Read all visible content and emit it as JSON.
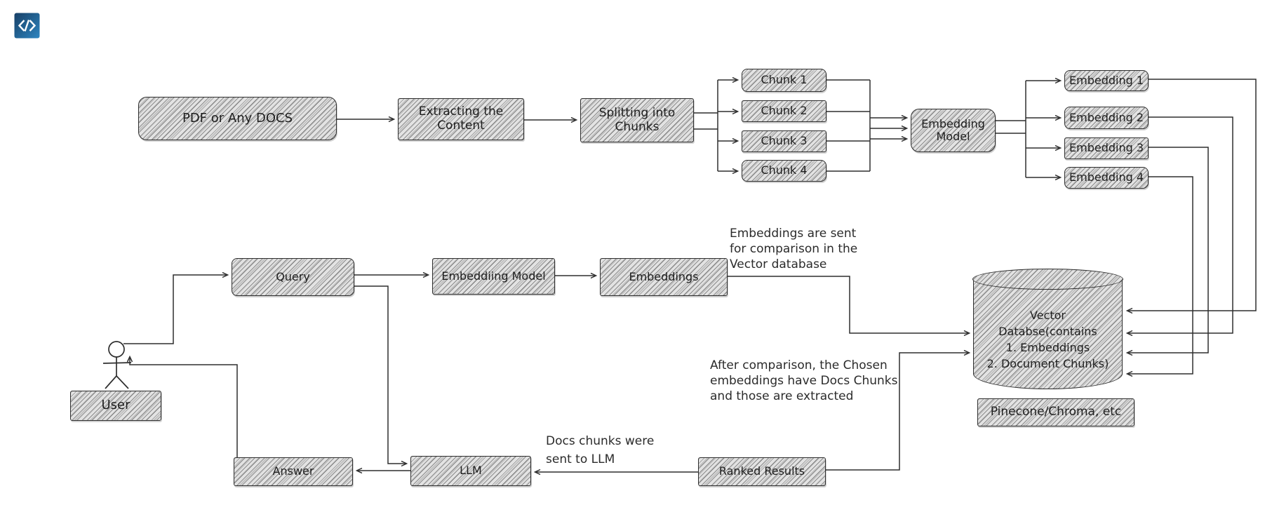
{
  "logo": {
    "icon": "code-brackets-icon"
  },
  "nodes": {
    "pdf": {
      "label": "PDF or Any DOCS"
    },
    "extracting": {
      "label": "Extracting the Content"
    },
    "splitting": {
      "label": "Splitting into Chunks"
    },
    "chunks": [
      "Chunk 1",
      "Chunk 2",
      "Chunk 3",
      "Chunk 4"
    ],
    "embedding_model": {
      "label": "Embedding Model"
    },
    "embeddings_out": [
      "Embedding 1",
      "Embedding 2",
      "Embedding 3",
      "Embedding 4"
    ],
    "query": {
      "label": "Query"
    },
    "embedding_model_q": {
      "label": "Embeddiing Model"
    },
    "embeddings_q": {
      "label": "Embeddings"
    },
    "vector_db": {
      "lines": [
        "Vector",
        "Databse(contains",
        "1. Embeddings",
        "2. Document Chunks)"
      ]
    },
    "pinecone": {
      "label": "Pinecone/Chroma, etc"
    },
    "user": {
      "label": "User"
    },
    "answer": {
      "label": "Answer"
    },
    "llm": {
      "label": "LLM"
    },
    "ranked": {
      "label": "Ranked Results"
    }
  },
  "annotations": {
    "comparison": {
      "lines": [
        "Embeddings are sent",
        "for comparison in the",
        "Vector database"
      ]
    },
    "extraction": {
      "lines": [
        "After comparison, the Chosen",
        "embeddings have Docs Chunks",
        "and those are extracted"
      ]
    },
    "docs_to_llm": {
      "lines": [
        "Docs chunks were",
        "sent to LLM"
      ]
    }
  },
  "colors": {
    "stroke": "#2e2e2e",
    "logo_blue_dark": "#173f66",
    "logo_blue_light": "#2e86c1"
  }
}
